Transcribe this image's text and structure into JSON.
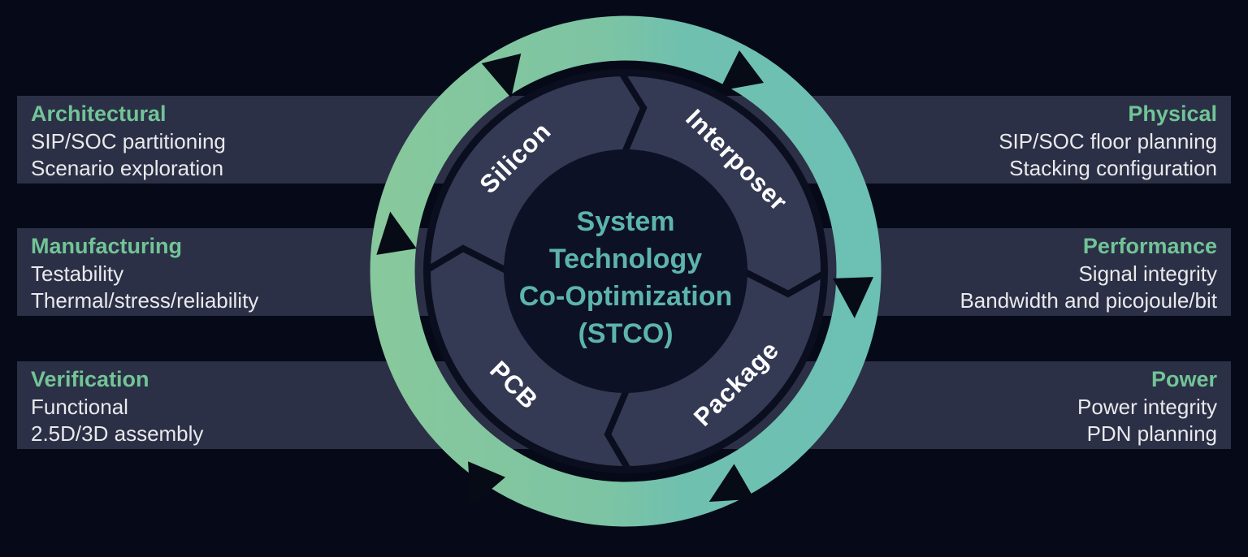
{
  "title": "System Technology Co-Optimization (STCO) cycle diagram",
  "colors": {
    "page_bg": "#060a18",
    "band_bg": "#2b3046",
    "heading_green": "#72c496",
    "body_text": "#e9e9ec",
    "ring_green_left": "#87c89c",
    "ring_teal_right": "#6cc0b4",
    "slate_ring": "#343a53",
    "ring_outline": "#0a0e1f",
    "center_circle": "#0d1126",
    "center_text_teal": "#5cb4ad",
    "segment_label_white": "#ffffff",
    "arrow_black": "#070b15"
  },
  "center": {
    "line1": "System",
    "line2": "Technology",
    "line3": "Co-Optimization",
    "line4": "(STCO)"
  },
  "ring": {
    "segments": {
      "top_left": "Silicon",
      "top_right": "Interposer",
      "bottom_right": "Package",
      "bottom_left": "PCB"
    }
  },
  "panels": {
    "left": [
      {
        "heading": "Architectural",
        "items": [
          "SIP/SOC partitioning",
          "Scenario exploration"
        ]
      },
      {
        "heading": "Manufacturing",
        "items": [
          "Testability",
          "Thermal/stress/reliability"
        ]
      },
      {
        "heading": "Verification",
        "items": [
          "Functional",
          "2.5D/3D assembly"
        ]
      }
    ],
    "right": [
      {
        "heading": "Physical",
        "items": [
          "SIP/SOC floor planning",
          "Stacking configuration"
        ]
      },
      {
        "heading": "Performance",
        "items": [
          "Signal integrity",
          "Bandwidth and picojoule/bit"
        ]
      },
      {
        "heading": "Power",
        "items": [
          "Power integrity",
          "PDN planning"
        ]
      }
    ]
  }
}
